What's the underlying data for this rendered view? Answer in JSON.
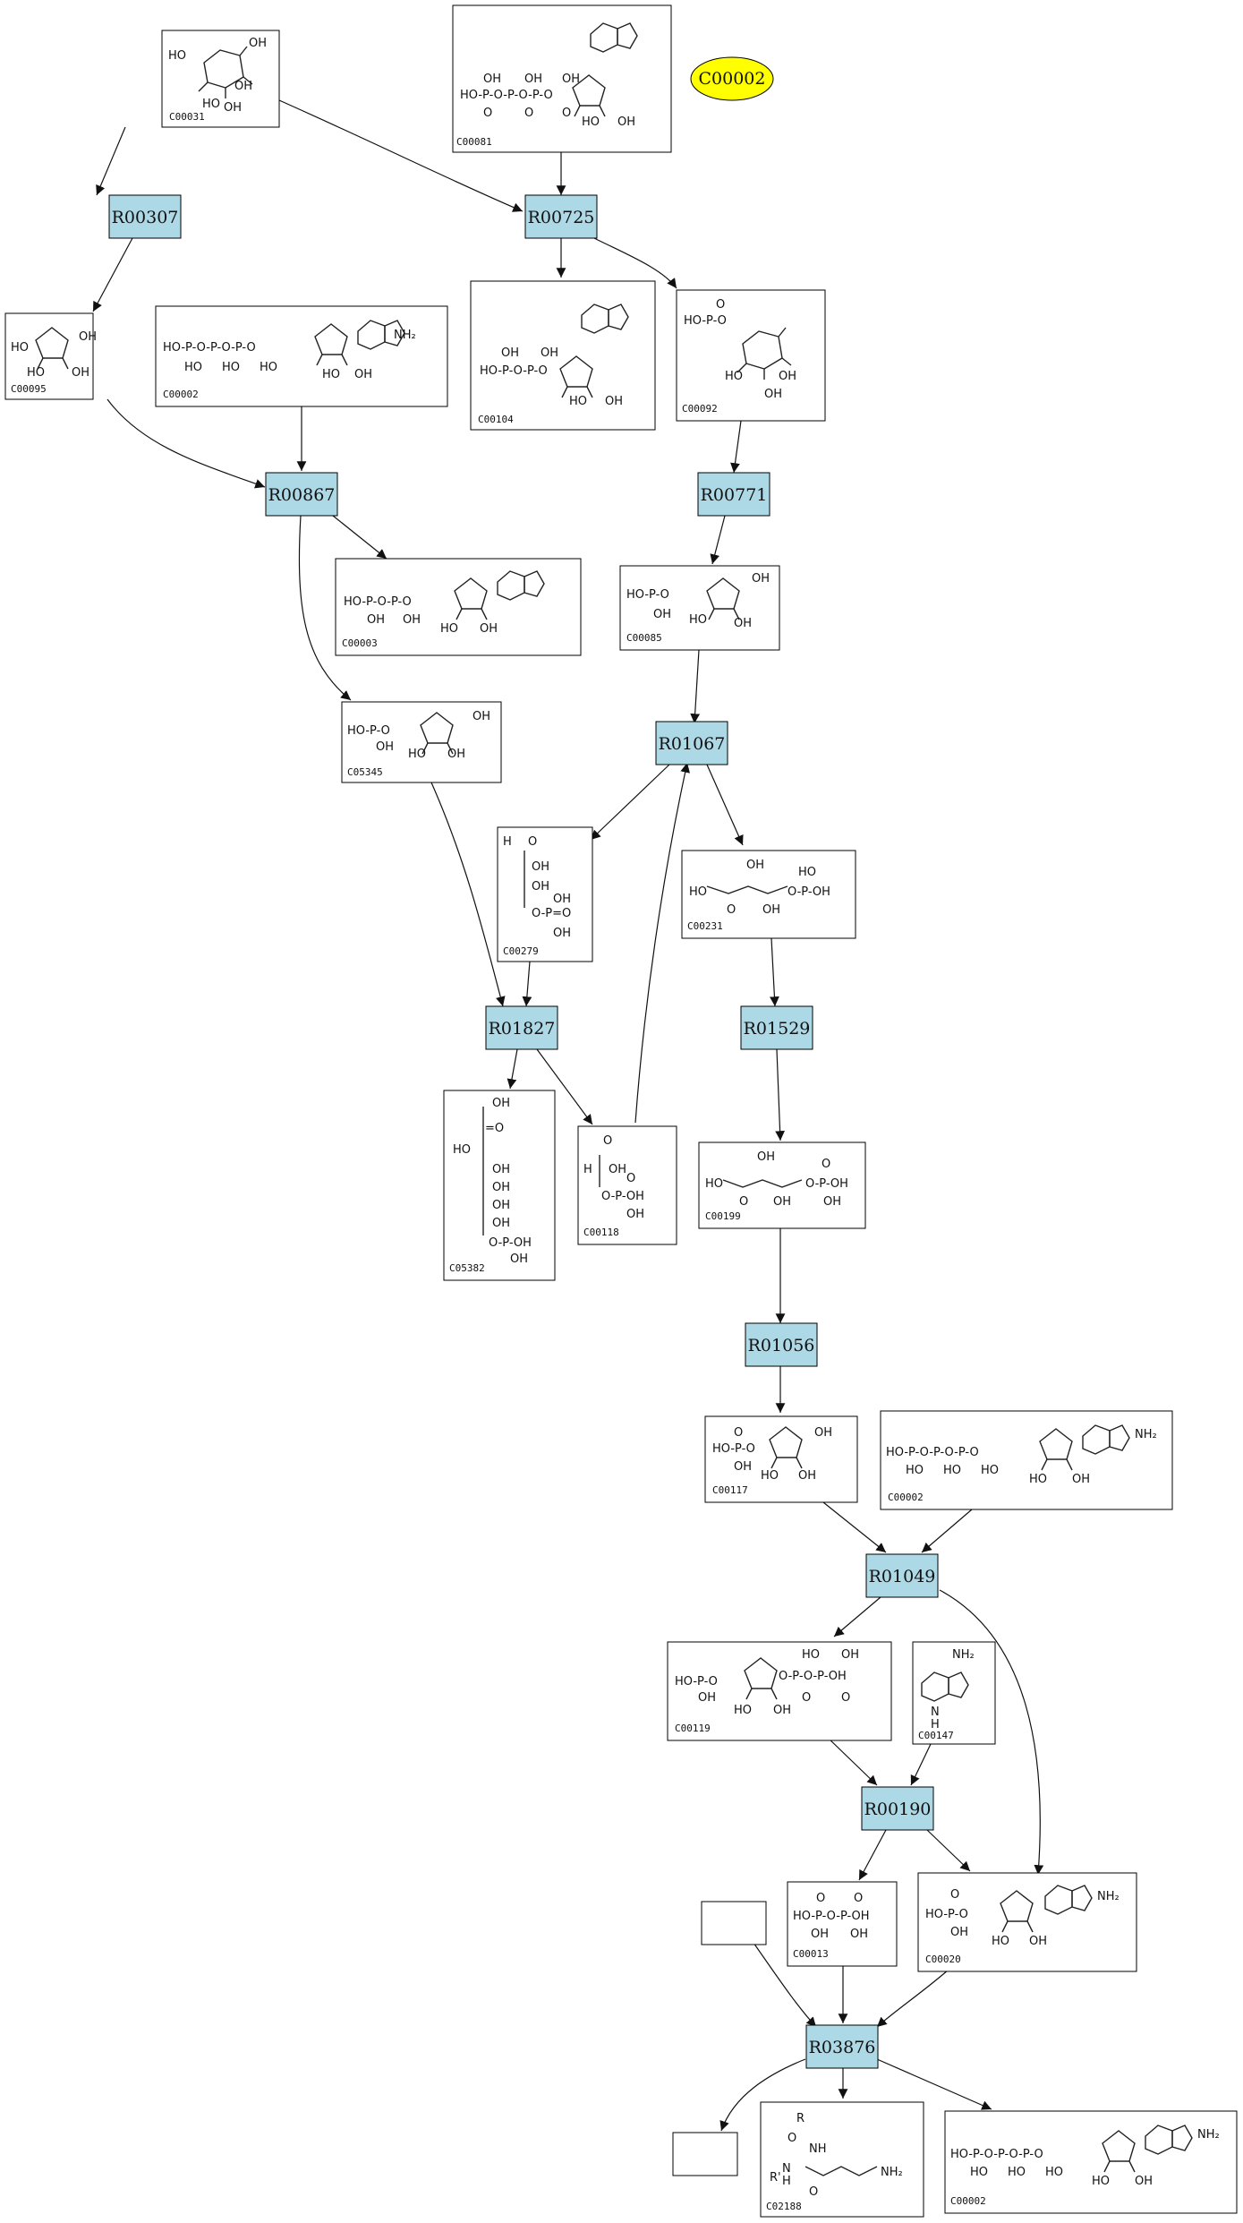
{
  "reactions": [
    "R00307",
    "R00725",
    "R00867",
    "R00771",
    "R01067",
    "R01827",
    "R01529",
    "R01056",
    "R01049",
    "R00190",
    "R03876"
  ],
  "compounds": [
    "C00031",
    "C00081",
    "C00095",
    "C00002",
    "C00104",
    "C00092",
    "C00003",
    "C00085",
    "C05345",
    "C00279",
    "C00231",
    "C05382",
    "C00118",
    "C00199",
    "C00117",
    "C00002",
    "C00119",
    "C00147",
    "C00013",
    "C00020",
    "C02188",
    "C00002"
  ],
  "highlight": {
    "label": "C00002",
    "color": "#ffff00"
  },
  "colors": {
    "reaction_fill": "#add8e6",
    "edge": "#111111"
  }
}
